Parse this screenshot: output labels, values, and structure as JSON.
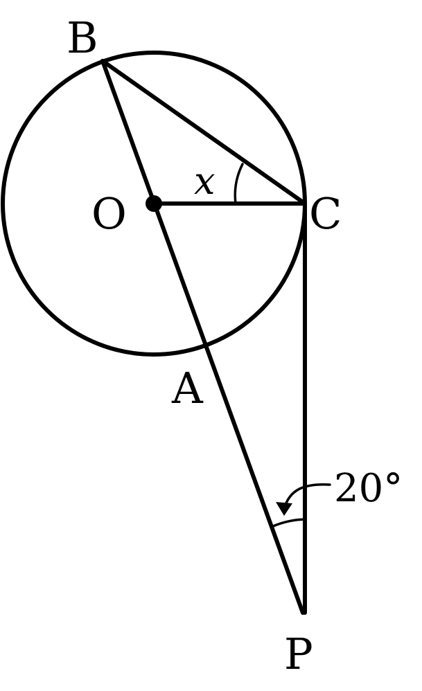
{
  "diagram": {
    "points": {
      "B": "B",
      "O": "O",
      "C": "C",
      "A": "A",
      "P": "P"
    },
    "angle_x": "x",
    "angle_p": "20°"
  }
}
